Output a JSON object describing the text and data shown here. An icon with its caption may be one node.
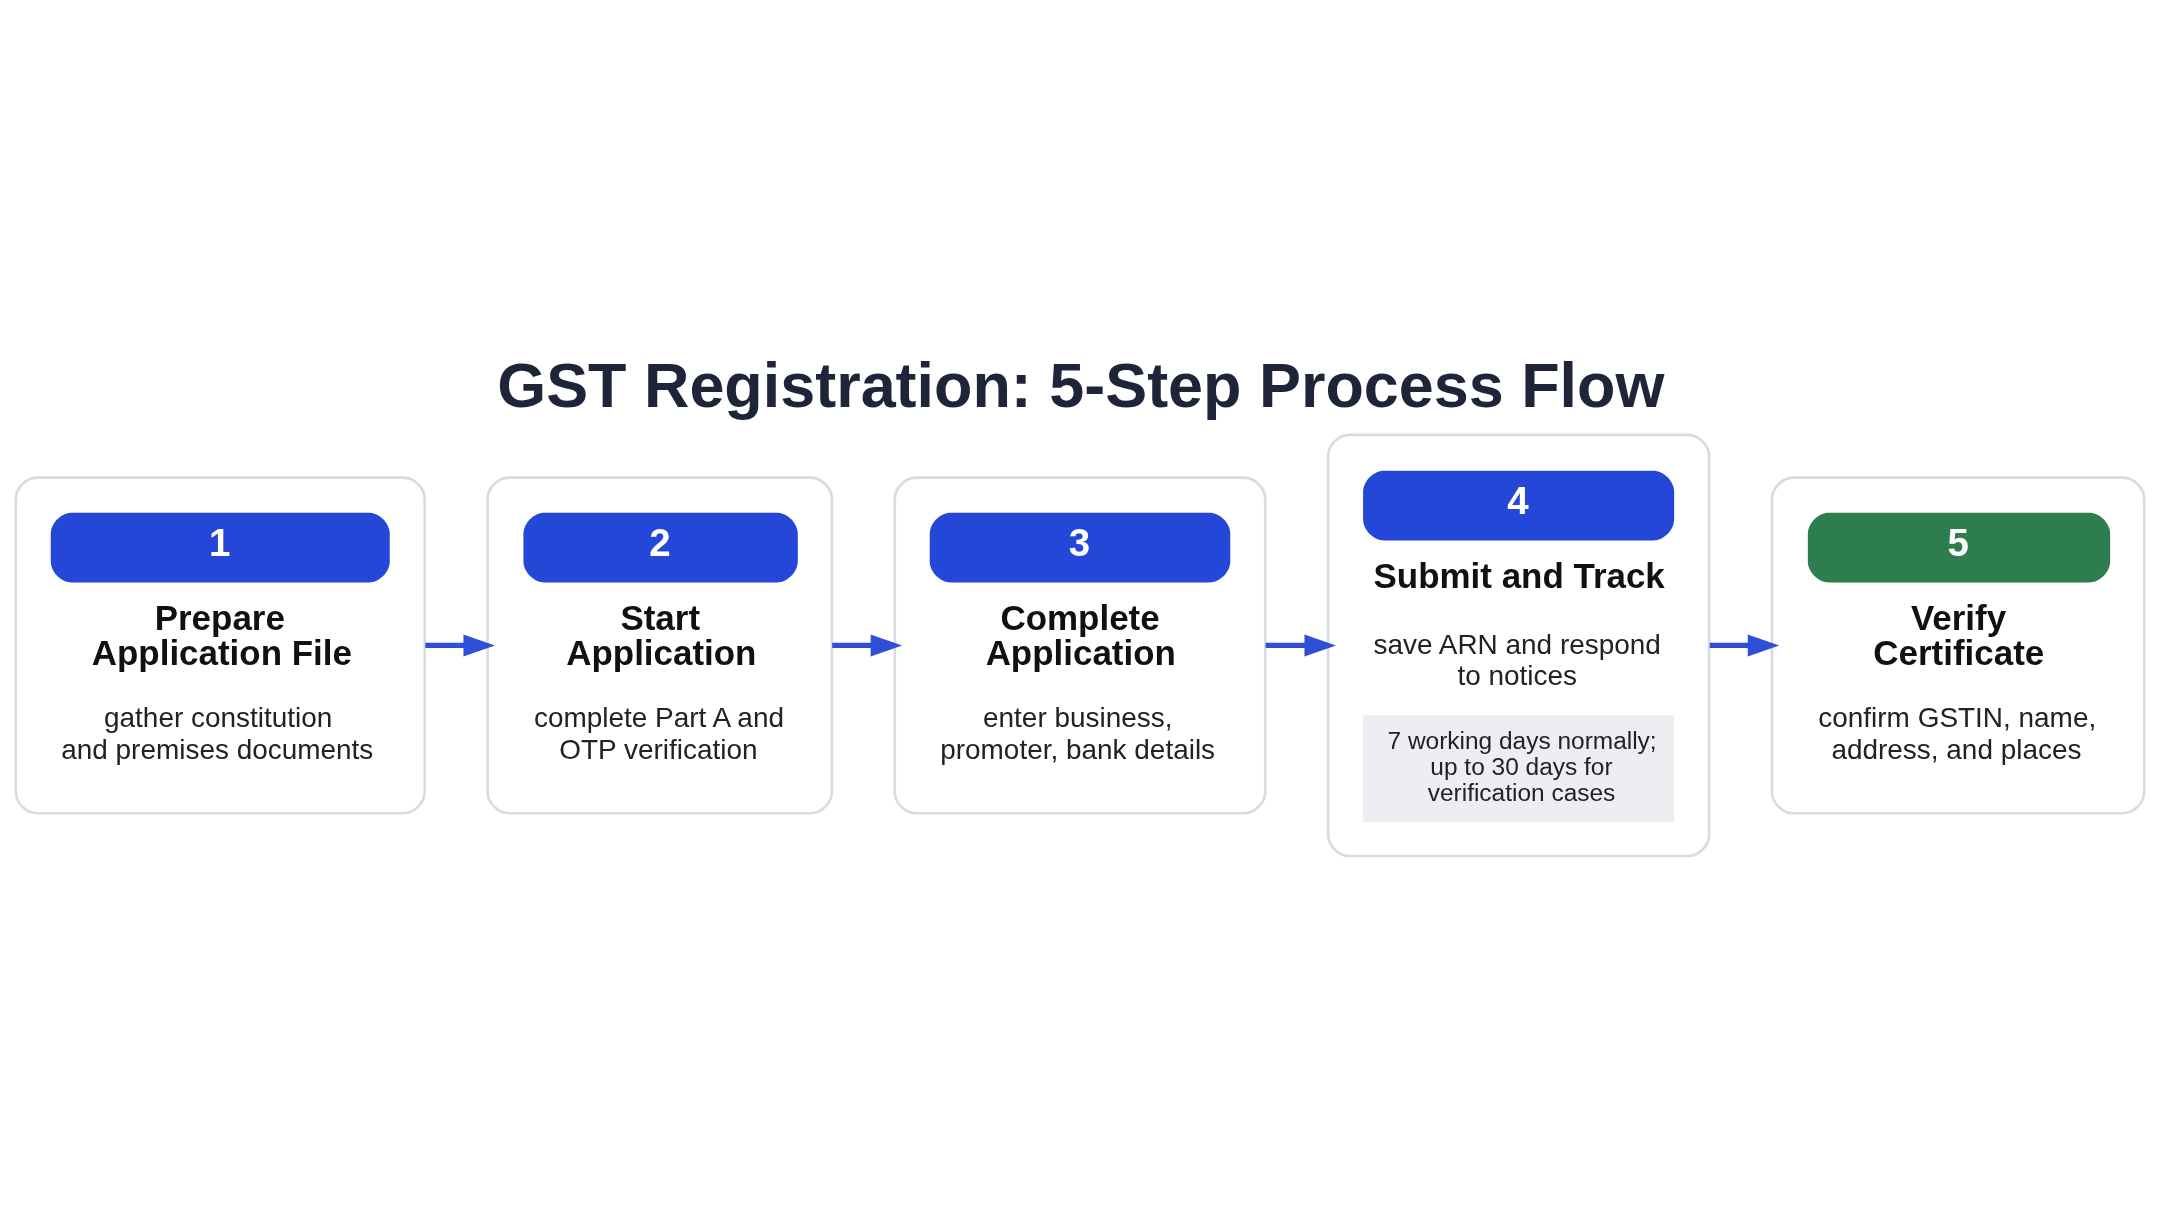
{
  "diagram": {
    "title": "GST Registration: 5-Step Process Flow",
    "nodes": [
      {
        "text": [
          "1",
          "Prepare Application File",
          "gather constitution and premises documents"
        ]
      },
      {
        "text": [
          "2",
          "Start Application",
          "complete Part A and OTP verification"
        ]
      },
      {
        "text": [
          "3",
          "Complete Application",
          "enter business, promoter, bank details"
        ]
      },
      {
        "text": [
          "4",
          "Submit and Track",
          "save ARN and respond to notices",
          "7 working days normally; up to 30 days for verification cases"
        ]
      },
      {
        "text": [
          "5",
          "Verify Certificate",
          "confirm GSTIN, name, address, and places"
        ]
      }
    ],
    "edges": [
      {
        "from": 0,
        "to": 1,
        "arrow": "to"
      },
      {
        "from": 1,
        "to": 2,
        "arrow": "to"
      },
      {
        "from": 2,
        "to": 3,
        "arrow": "to"
      },
      {
        "from": 3,
        "to": 4,
        "arrow": "to"
      }
    ]
  }
}
